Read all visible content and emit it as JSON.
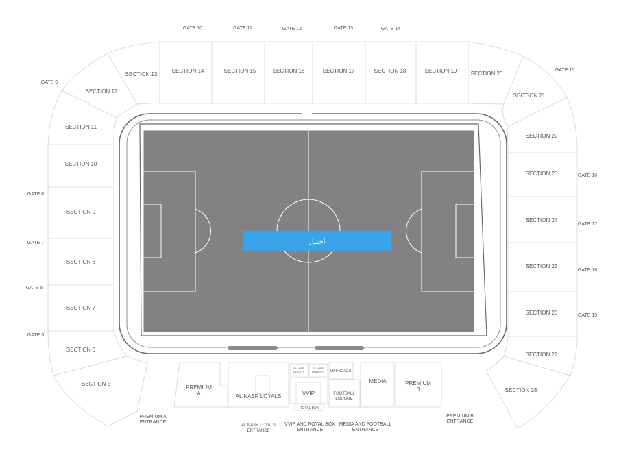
{
  "gates": {
    "g9": "GATE 9",
    "g10": "GATE 10",
    "g11": "GATE 11",
    "g12": "GATE 12",
    "g13": "GATE 13",
    "g14": "GATE 14",
    "g15": "GATE 15",
    "g16": "GATE 16",
    "g17": "GATE 17",
    "g18": "GATE 18",
    "g19": "GATE 19",
    "g8": "GATE 8",
    "g7": "GATE 7",
    "g6": "GATE 6",
    "g5": "GATE 5"
  },
  "sections": {
    "s5": "SECTION 5",
    "s6": "SECTION 6",
    "s7": "SECTION 7",
    "s8": "SECTION 8",
    "s9": "SECTION 9",
    "s10": "SECTION 10",
    "s11": "SECTION 11",
    "s12": "SECTION 12",
    "s13": "SECTION 13",
    "s14": "SECTION 14",
    "s15": "SECTION 15",
    "s16": "SECTION 16",
    "s17": "SECTION 17",
    "s18": "SECTION 18",
    "s19": "SECTION 19",
    "s20": "SECTION 20",
    "s21": "SECTION 21",
    "s22": "SECTION 22",
    "s23": "SECTION 23",
    "s24": "SECTION 24",
    "s25": "SECTION 25",
    "s26": "SECTION 26",
    "s27": "SECTION 27",
    "s28": "SECTION 28"
  },
  "areas": {
    "premium_a_1": "PREMIUM",
    "premium_a_2": "A",
    "al_nasr_loyals": "AL NASR LOYALS",
    "player_guests_1": "PLAYER",
    "player_guests_2": "GUESTS",
    "player_families_1": "PLAYER",
    "player_families_2": "FAMILIES",
    "officials": "OFFICIALS",
    "vvip": "VVIP",
    "royal_box": "ROYAL BOX",
    "football_lounge_1": "FOOTBALL",
    "football_lounge_2": "LOUNGE",
    "media": "MEDIA",
    "premium_b_1": "PREMIUM",
    "premium_b_2": "B"
  },
  "entrances": {
    "premium_a_1": "PREMIUM A",
    "premium_a_2": "ENTRANCE",
    "al_nasr_1": "AL NASR LOYALS",
    "al_nasr_2": "ENTRANCE",
    "vvip_1": "VVIP AND ROYAL BOX",
    "vvip_2": "ENTRANCE",
    "media_1": "MEDIA AND FOOTBALL",
    "media_2": "ENTRANCE",
    "premium_b_1": "PREMIUM B",
    "premium_b_2": "ENTRANCE"
  },
  "choose_button": "اختيار",
  "colors": {
    "pitch": "#828285",
    "accent": "#3aa3ea",
    "seat_stroke": "#dcdcdc",
    "bowl_stroke": "#6b6b6b"
  }
}
